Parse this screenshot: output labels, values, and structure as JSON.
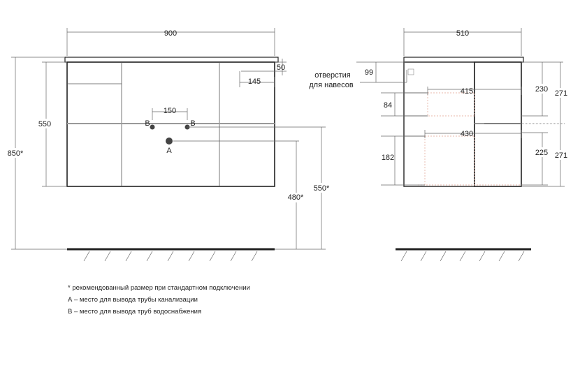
{
  "front_view": {
    "width_900": "900",
    "height_550": "550",
    "height_850": "850*",
    "top_offset_50": "50",
    "offset_145": "145",
    "spacing_150": "150",
    "height_480": "480*",
    "height_550_star": "550*",
    "label_a": "A",
    "label_b_left": "B",
    "label_b_right": "B"
  },
  "side_view": {
    "depth_510": "510",
    "hanger_label_line1": "отверстия",
    "hanger_label_line2": "для навесов",
    "dim_99": "99",
    "dim_415": "415",
    "dim_84": "84",
    "dim_430": "430",
    "dim_182": "182",
    "dim_230": "230",
    "dim_225": "225",
    "dim_271_top": "271",
    "dim_271_bottom": "271"
  },
  "notes": {
    "star": "* рекомендованный размер при стандартном подключении",
    "a": "А – место для вывода трубы канализации",
    "b": "В – место для вывода труб водоснабжения"
  },
  "colors": {
    "line": "#222222",
    "dimension": "#666666",
    "drawer_outline": "#e8b7a8"
  }
}
